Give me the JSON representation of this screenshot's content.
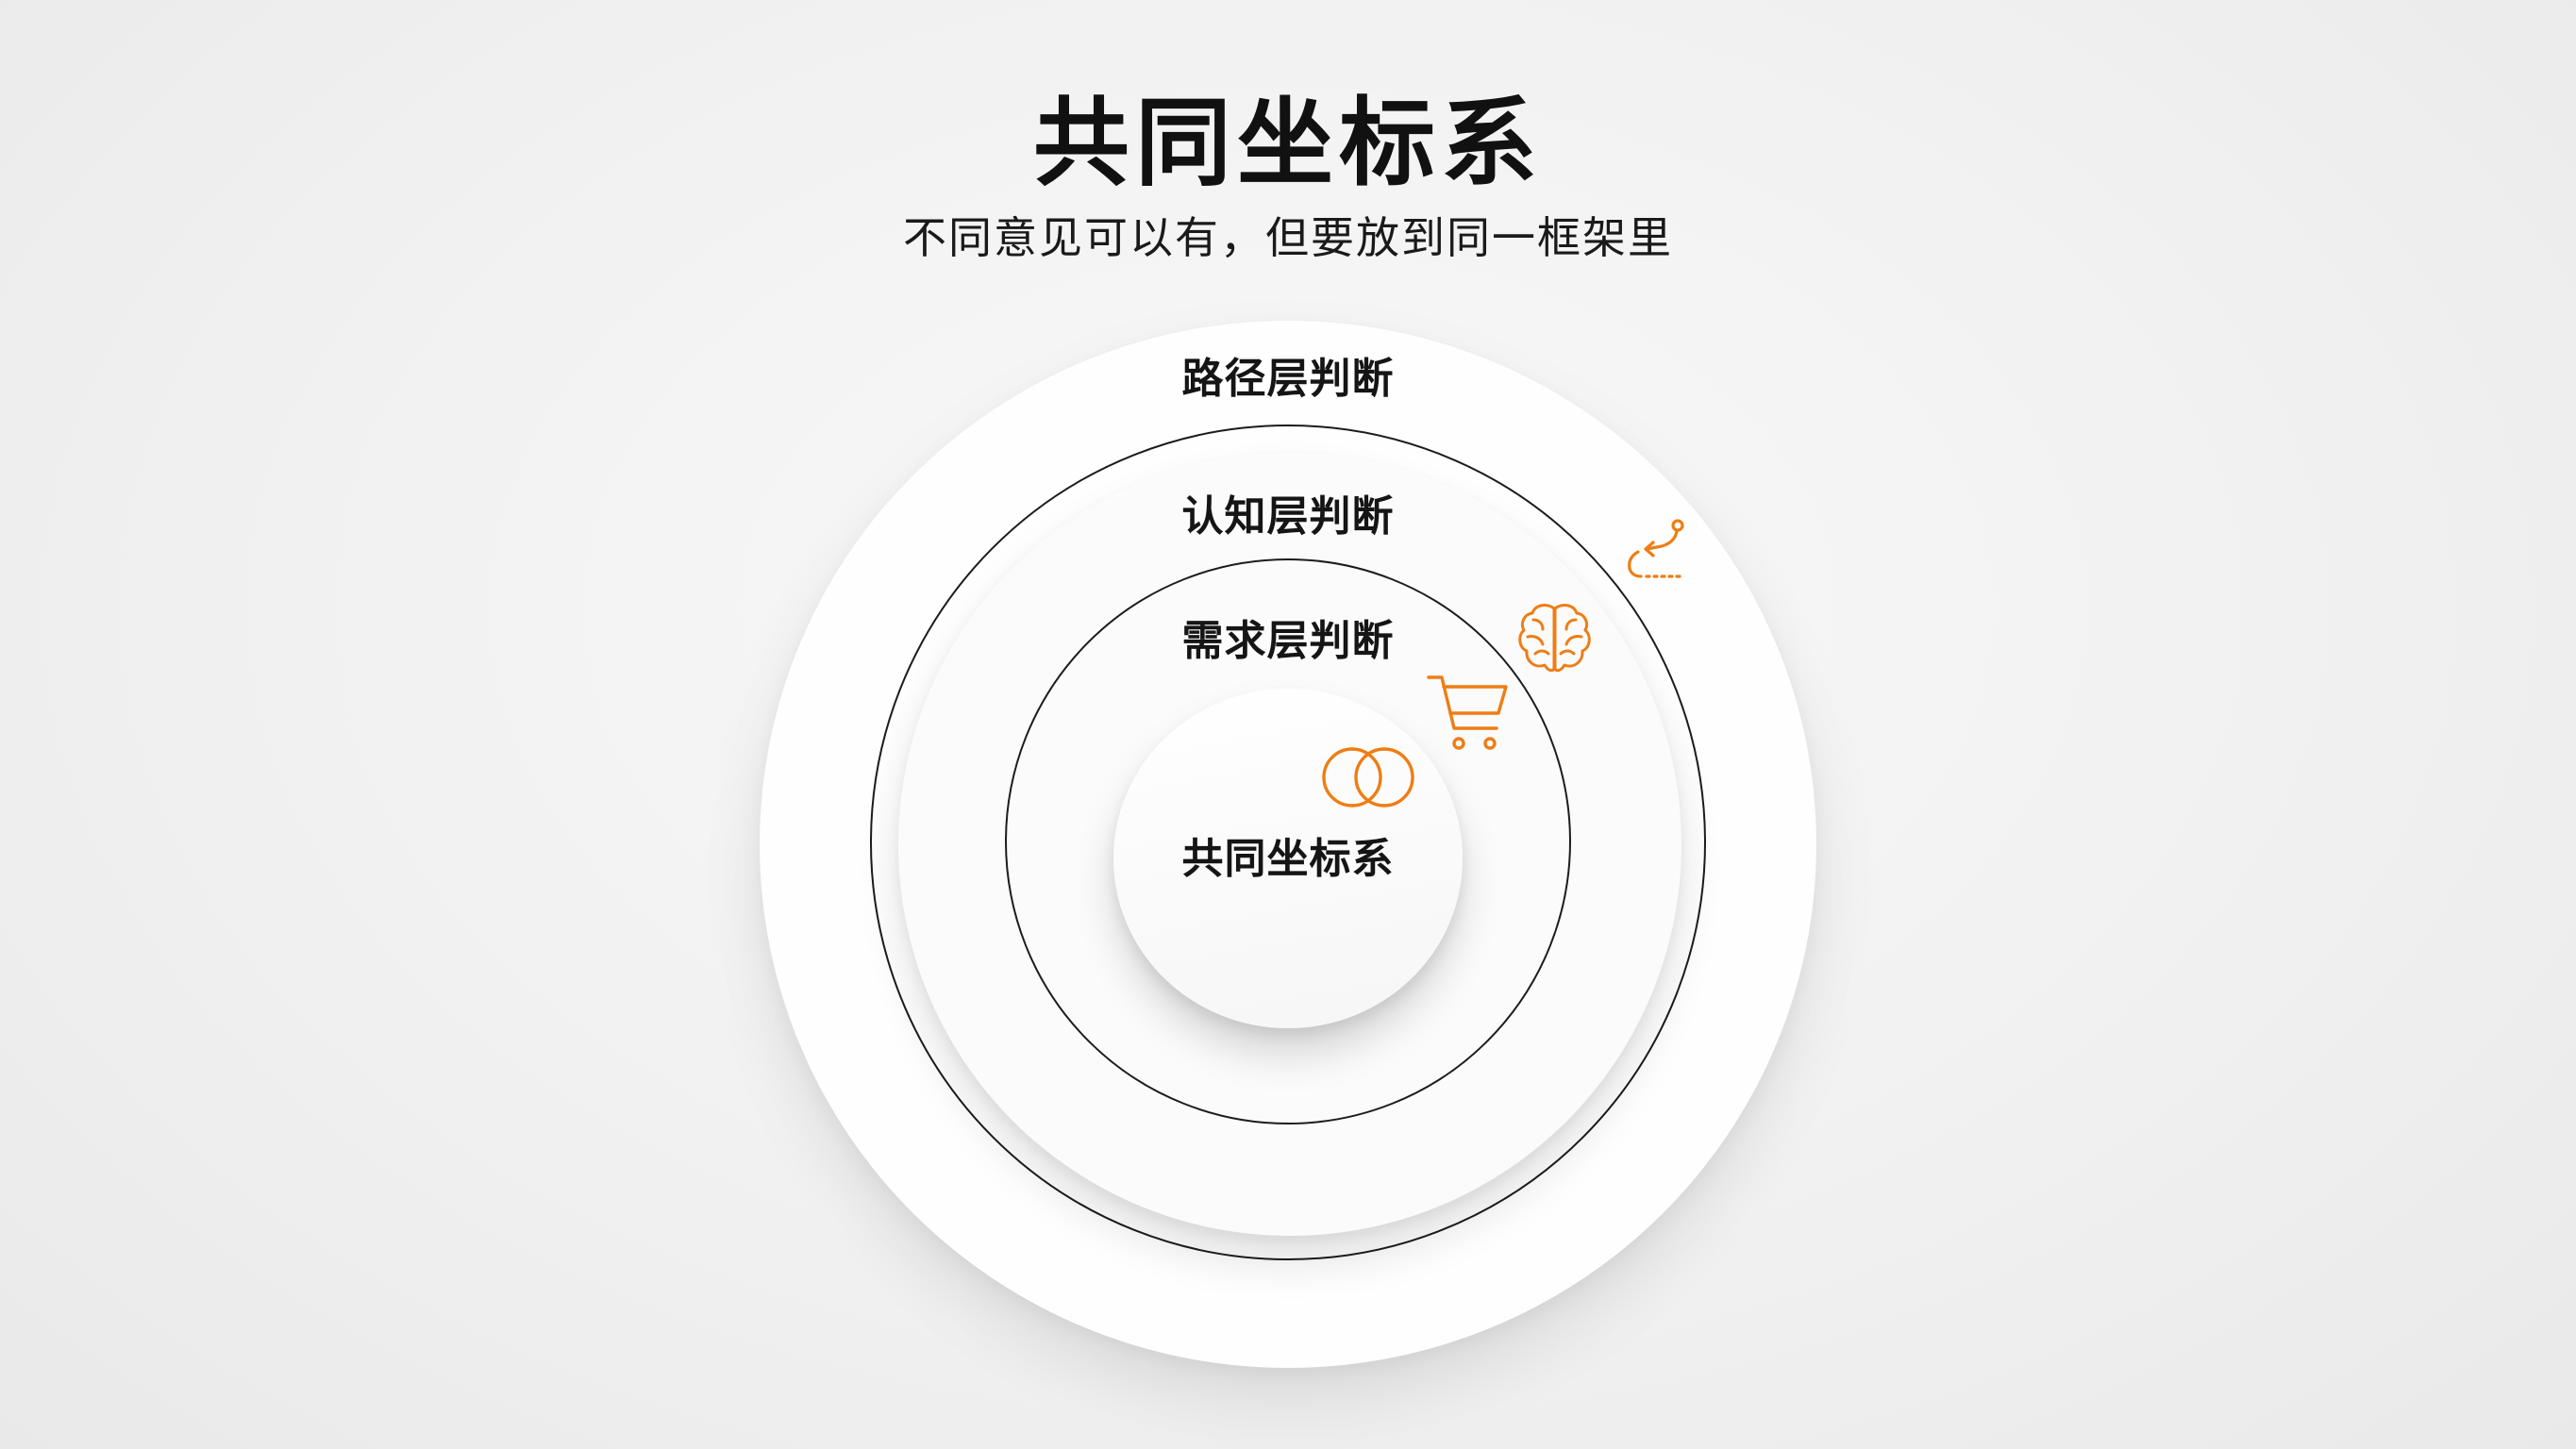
{
  "header": {
    "title": "共同坐标系",
    "subtitle": "不同意见可以有，但要放到同一框架里"
  },
  "layers": [
    {
      "label": "路径层判断",
      "icon": "route-icon"
    },
    {
      "label": "认知层判断",
      "icon": "brain-icon"
    },
    {
      "label": "需求层判断",
      "icon": "shopping-cart-icon"
    },
    {
      "label": "共同坐标系",
      "icon": "overlapping-circles-icon"
    }
  ],
  "colors": {
    "accent": "#ef7d14",
    "ring": "#1c1c1c",
    "text": "#111111",
    "background": "#f2f2f2"
  }
}
